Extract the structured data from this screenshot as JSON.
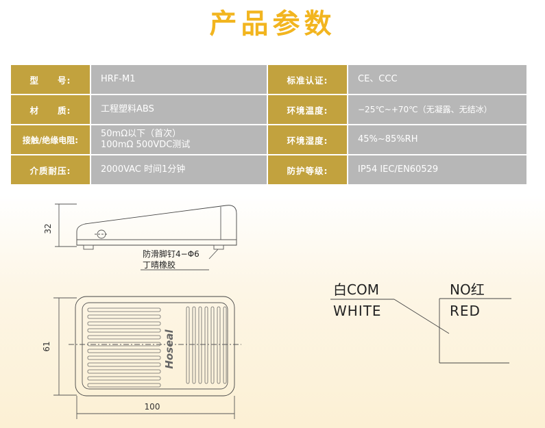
{
  "title": "产品参数",
  "specs": {
    "rows": [
      {
        "label1": "型　　号:",
        "value1": "HRF-M1",
        "label2": "标准认证:",
        "value2": "CE、CCC"
      },
      {
        "label1": "材　　质:",
        "value1": "工程塑料ABS",
        "label2": "环境温度:",
        "value2": "−25℃~+70℃（无凝露、无结冰）"
      },
      {
        "label1": "接触/绝缘电阻:",
        "value1_line1": "50mΩ以下（首次）",
        "value1_line2": "100mΩ 500VDC测试",
        "label2": "环境湿度:",
        "value2": "45%~85%RH"
      },
      {
        "label1": "介质耐压:",
        "value1": "2000VAC 时间1分钟",
        "label2": "防护等级:",
        "value2": "IP54 IEC/EN60529"
      }
    ]
  },
  "drawing": {
    "dim_height": "32",
    "dim_width": "61",
    "dim_length": "100",
    "pad_note_line1": "防滑脚钉4−Φ6",
    "pad_note_line2": "丁晴橡胶",
    "brand": "Hoseal"
  },
  "wiring": {
    "com_label": "白COM",
    "com_color": "WHITE",
    "no_label": "NO红",
    "no_color": "RED"
  },
  "colors": {
    "title": "#f2b51f",
    "label_bg": "#c2a23e",
    "value_bg": "#b7b7b7"
  }
}
